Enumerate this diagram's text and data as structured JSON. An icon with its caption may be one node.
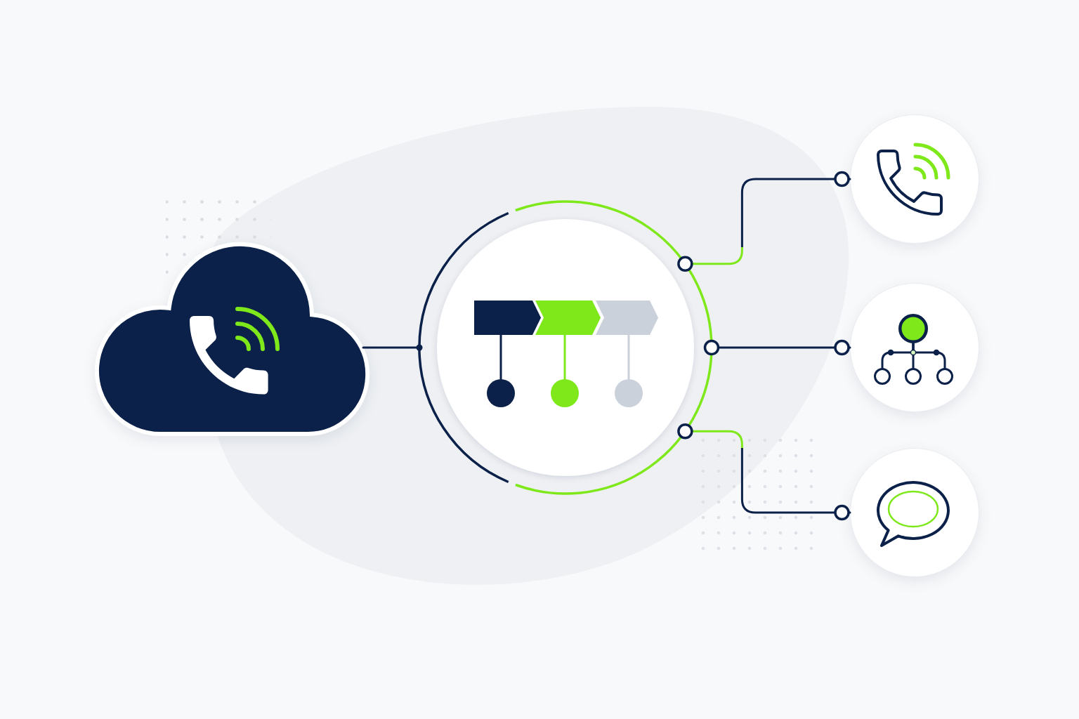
{
  "diagram": {
    "nodes": [
      {
        "text": [],
        "shape": "cloud"
      },
      {
        "text": [],
        "shape": "circle"
      },
      {
        "text": [],
        "shape": "chevron",
        "in": 1
      },
      {
        "text": [],
        "shape": "chevron",
        "in": 1
      },
      {
        "text": [],
        "shape": "chevron",
        "in": 1
      },
      {
        "text": [],
        "shape": "circle",
        "in": 1
      },
      {
        "text": [],
        "shape": "circle",
        "in": 1
      },
      {
        "text": [],
        "shape": "circle",
        "in": 1
      },
      {
        "text": [],
        "shape": "circle"
      },
      {
        "text": [],
        "shape": "circle"
      },
      {
        "text": [],
        "shape": "circle",
        "in": 9
      },
      {
        "text": [],
        "shape": "circle",
        "in": 9
      },
      {
        "text": [],
        "shape": "circle",
        "in": 9
      },
      {
        "text": [],
        "shape": "circle",
        "in": 9
      },
      {
        "text": [],
        "shape": "circle"
      }
    ],
    "edges": [
      {
        "from": 0,
        "to": 1,
        "arrow": "other"
      },
      {
        "from": 2,
        "to": 5,
        "arrow": "none"
      },
      {
        "from": 3,
        "to": 6,
        "arrow": "none",
        "color": "#7ee81a"
      },
      {
        "from": 4,
        "to": 7,
        "arrow": "none",
        "color": "#cbd1da"
      },
      {
        "from": 1,
        "to": 8,
        "arrow": "other"
      },
      {
        "from": 1,
        "to": 9,
        "arrow": "other"
      },
      {
        "from": 1,
        "to": 14,
        "arrow": "other"
      },
      {
        "from": 10,
        "to": 11,
        "arrow": "none"
      },
      {
        "from": 10,
        "to": 12,
        "arrow": "none"
      },
      {
        "from": 10,
        "to": 13,
        "arrow": "none"
      }
    ]
  }
}
